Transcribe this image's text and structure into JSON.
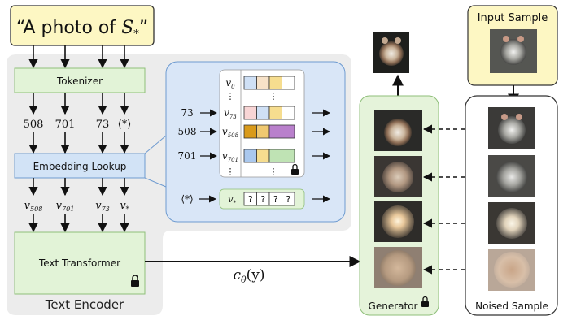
{
  "prompt": {
    "prefix": "“A photo of ",
    "symbol": "S",
    "subscript": "*",
    "suffix": "”"
  },
  "tokenizer": {
    "label": "Tokenizer"
  },
  "token_ids": [
    "508",
    "701",
    "73",
    "⟨*⟩"
  ],
  "embedding_lookup": {
    "label": "Embedding Lookup"
  },
  "embeddings": [
    {
      "base": "v",
      "sub": "508"
    },
    {
      "base": "v",
      "sub": "701"
    },
    {
      "base": "v",
      "sub": "73"
    },
    {
      "base": "v",
      "sub": "*"
    }
  ],
  "text_transformer": {
    "label": "Text Transformer"
  },
  "text_encoder": {
    "label": "Text Encoder"
  },
  "lookup_table": {
    "rows": [
      {
        "in": "",
        "base": "v",
        "sub": "0",
        "colors": [
          "#cfe0f5",
          "#f7e2c8",
          "#f6dd8f",
          "#ffffff"
        ]
      },
      {
        "in": "73",
        "base": "v",
        "sub": "73",
        "colors": [
          "#f8d5d5",
          "#cfe0f5",
          "#f6dd8f",
          "#ffffff"
        ]
      },
      {
        "in": "508",
        "base": "v",
        "sub": "508",
        "colors": [
          "#d99a1a",
          "#efc870",
          "#b980cc",
          "#b980cc"
        ]
      },
      {
        "in": "701",
        "base": "v",
        "sub": "701",
        "colors": [
          "#aac8ee",
          "#f6dd8f",
          "#bfe3b4",
          "#bfe3b4"
        ]
      }
    ],
    "star_in": "⟨*⟩",
    "star_base": "v",
    "star_sub": "*",
    "star_cells": [
      "?",
      "?",
      "?",
      "?"
    ]
  },
  "conditioning": {
    "base": "c",
    "sub": "θ",
    "arg": "(y)"
  },
  "generator": {
    "label": "Generator"
  },
  "input_sample": {
    "label": "Input Sample"
  },
  "noised_sample": {
    "label": "Noised Sample"
  },
  "colors": {
    "prompt_bg": "#fdf7c3",
    "encoder_bg": "#ececec",
    "module_green": "#e2f3d7",
    "embed_blue": "#d2e3f6",
    "popup_blue": "#d9e6f7",
    "generator_bg": "#e5f3da"
  }
}
